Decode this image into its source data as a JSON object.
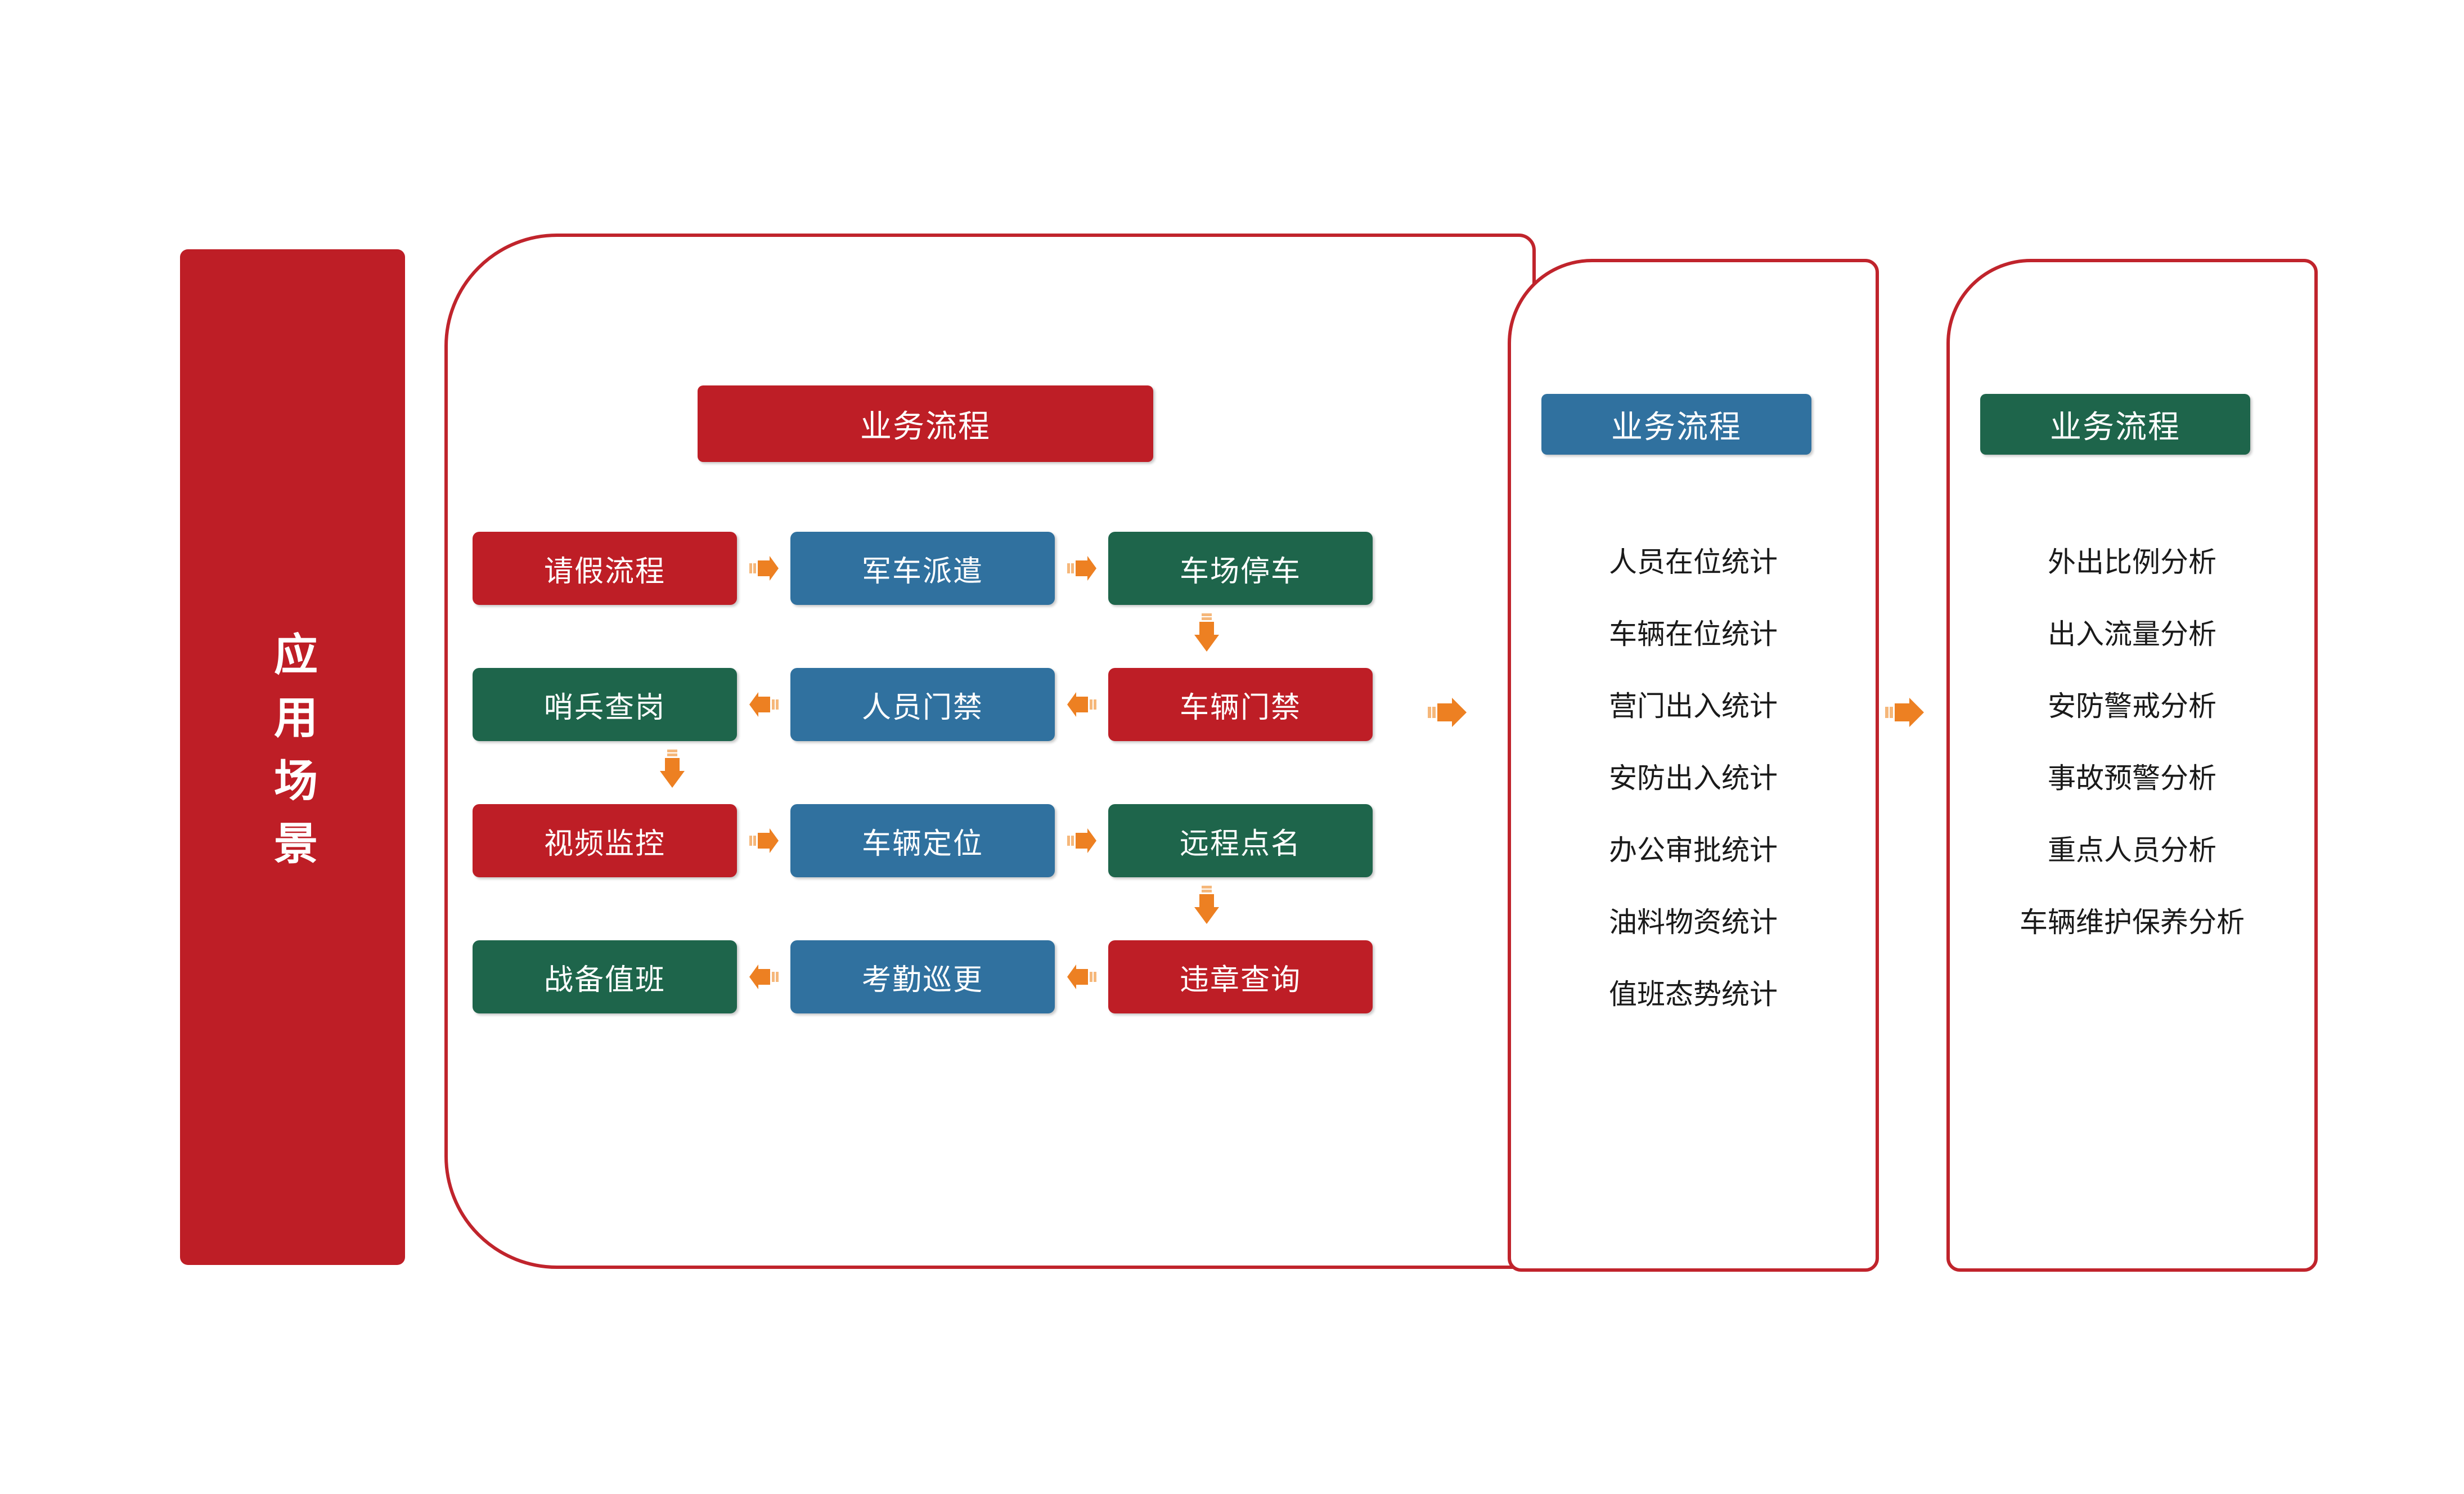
{
  "banner": {
    "label": "应用场景"
  },
  "colors": {
    "red": "#BE1E26",
    "blue": "#30719F",
    "green": "#1E654B",
    "outline": "#C0242C",
    "arrow_orange": "#ED8022"
  },
  "process_panel": {
    "header": "业务流程",
    "rows": [
      {
        "direction": "right",
        "boxes": [
          {
            "label": "请假流程",
            "color": "red"
          },
          {
            "label": "军车派遣",
            "color": "blue"
          },
          {
            "label": "车场停车",
            "color": "green"
          }
        ]
      },
      {
        "direction": "left",
        "boxes": [
          {
            "label": "哨兵查岗",
            "color": "green"
          },
          {
            "label": "人员门禁",
            "color": "blue"
          },
          {
            "label": "车辆门禁",
            "color": "red"
          }
        ]
      },
      {
        "direction": "right",
        "boxes": [
          {
            "label": "视频监控",
            "color": "red"
          },
          {
            "label": "车辆定位",
            "color": "blue"
          },
          {
            "label": "远程点名",
            "color": "green"
          }
        ]
      },
      {
        "direction": "left",
        "boxes": [
          {
            "label": "战备值班",
            "color": "green"
          },
          {
            "label": "考勤巡更",
            "color": "blue"
          },
          {
            "label": "违章查询",
            "color": "red"
          }
        ]
      }
    ],
    "vertical_connectors": [
      {
        "from_row": 1,
        "to_row": 2,
        "column": "right",
        "icon": "arrow-down-icon"
      },
      {
        "from_row": 2,
        "to_row": 3,
        "column": "left",
        "icon": "arrow-down-icon"
      },
      {
        "from_row": 3,
        "to_row": 4,
        "column": "right",
        "icon": "arrow-down-icon"
      }
    ]
  },
  "statistics_panel": {
    "header": "业务流程",
    "items": [
      "人员在位统计",
      "车辆在位统计",
      "营门出入统计",
      "安防出入统计",
      "办公审批统计",
      "油料物资统计",
      "值班态势统计"
    ]
  },
  "analysis_panel": {
    "header": "业务流程",
    "items": [
      "外出比例分析",
      "出入流量分析",
      "安防警戒分析",
      "事故预警分析",
      "重点人员分析",
      "车辆维护保养分析"
    ]
  },
  "panel_arrows": [
    {
      "icon": "arrow-right-icon",
      "from": "process_panel",
      "to": "statistics_panel"
    },
    {
      "icon": "arrow-right-icon",
      "from": "statistics_panel",
      "to": "analysis_panel"
    }
  ]
}
